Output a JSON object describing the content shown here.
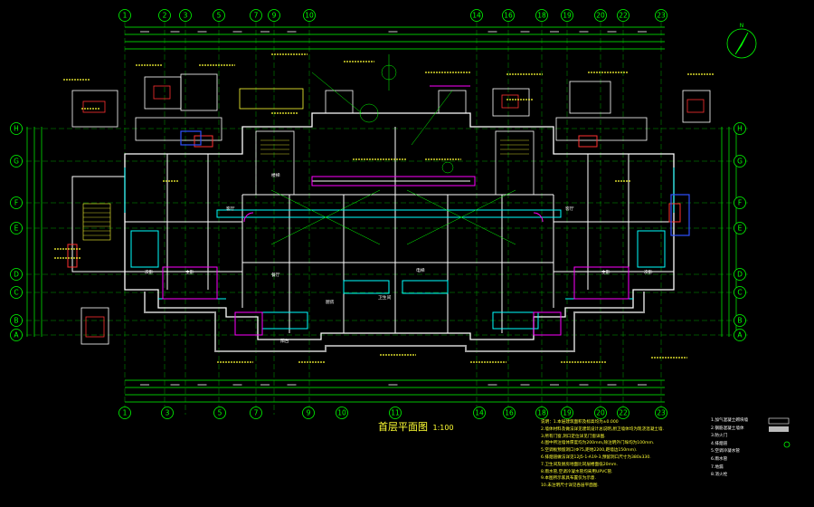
{
  "drawing": {
    "title": "首层平面图",
    "scale": "1:100",
    "north_arrow_label": "N"
  },
  "grid_axes": {
    "top": [
      "1",
      "2",
      "3",
      "5",
      "7",
      "9",
      "10",
      "14",
      "16",
      "18",
      "19",
      "20",
      "22",
      "23"
    ],
    "bottom": [
      "1",
      "3",
      "5",
      "7",
      "9",
      "10",
      "11",
      "14",
      "16",
      "18",
      "19",
      "20",
      "22",
      "23"
    ],
    "left": [
      "H",
      "G",
      "F",
      "E",
      "D",
      "C",
      "B",
      "A"
    ],
    "right": [
      "H",
      "G",
      "F",
      "E",
      "D",
      "C",
      "B",
      "A"
    ]
  },
  "notes": [
    "说明：1.本层建筑面积及标高均为±0.000",
    "2.墙体材料及做法详见建筑设计总说明,厨卫墙体均为现浇混凝土墙.",
    "3.所有门窗,洞口定位详见门窗详图.",
    "4.图中所注墙体厚度均为200mm,除注明外门垛均为100mm.",
    "5.空调板预留洞口(Φ75,距地2200,距墙边150mm).",
    "6.排烟道做法详见12J5-1-A19-3,预留洞口尺寸为380x330.",
    "7.卫生间及厨房地面比同层楼面低20mm.",
    "8.雨水管,空调冷凝水管均采用UPVC管.",
    "9.本图所示家具布置仅为示意.",
    "10.未注明尺寸详见各层平面图."
  ],
  "legend": [
    "1.加气混凝土砌块墙",
    "2.钢筋混凝土墙体",
    "3.防火门",
    "4.排烟道",
    "5.空调冷凝水管",
    "6.雨水管",
    "7.地漏",
    "8.消火栓"
  ],
  "room_tags": [
    "主卧",
    "次卧",
    "客厅",
    "餐厅",
    "厨房",
    "卫生间",
    "电梯",
    "楼梯",
    "阳台",
    "主卧",
    "次卧",
    "客厅"
  ],
  "colors": {
    "background": "#000000",
    "grid": "#00ff00",
    "walls": "#ffffff",
    "window": "#00ffff",
    "door": "#ff00ff",
    "dimension": "#00ff00",
    "text": "#ffff33",
    "accent_red": "#ff3030",
    "hatch": "#808080"
  }
}
